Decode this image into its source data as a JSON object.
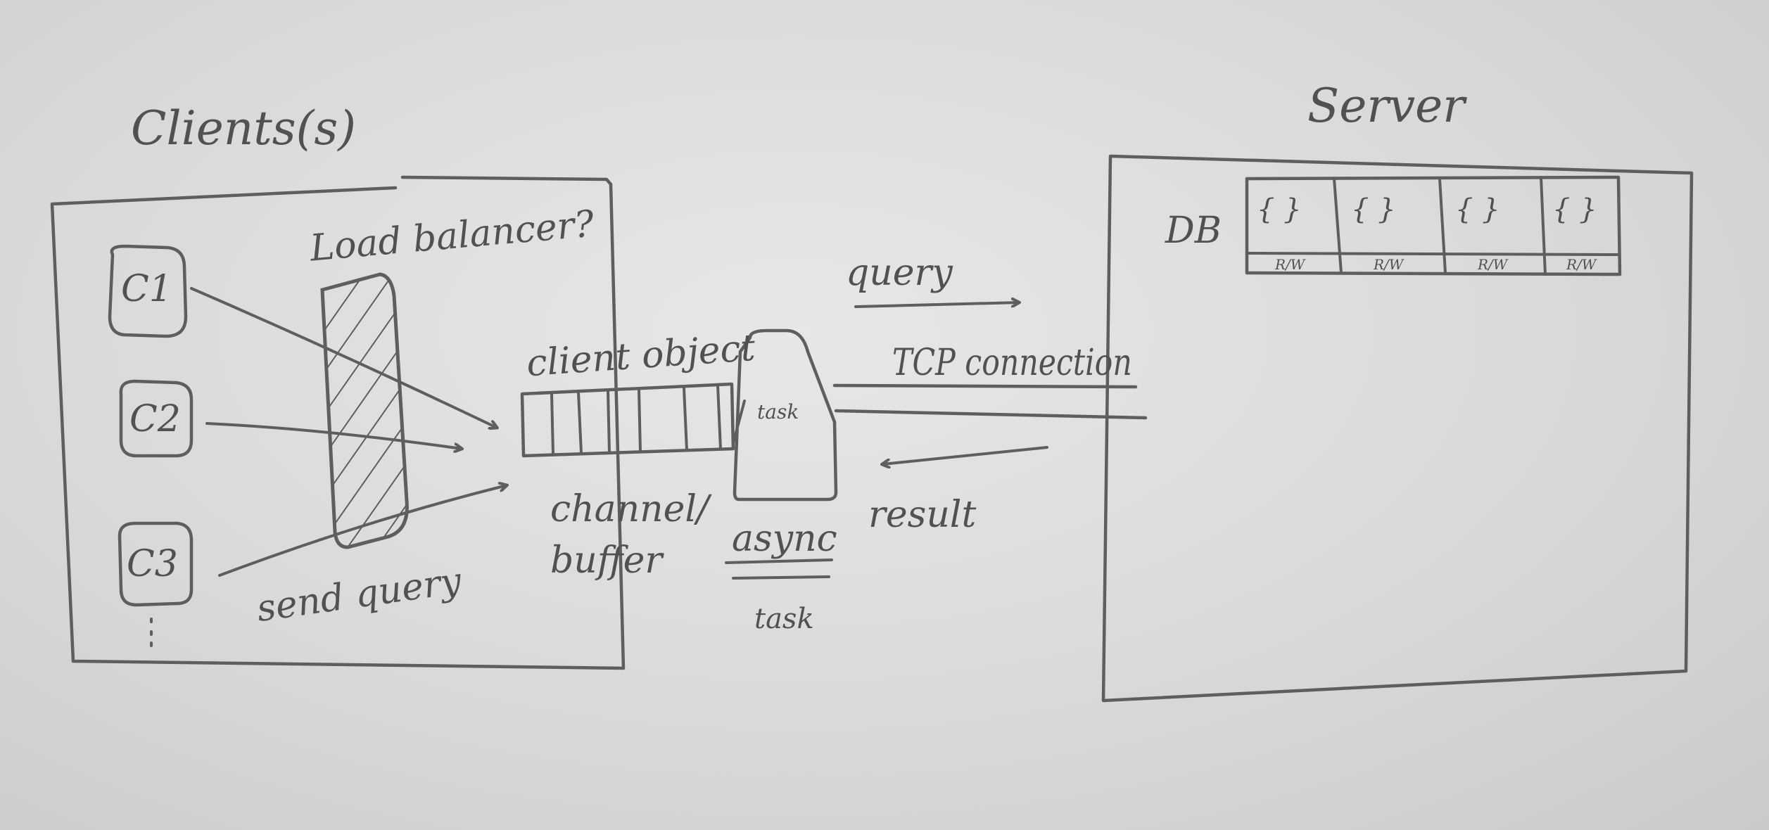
{
  "client_area": {
    "title": "Clients(s)",
    "load_balancer": "Load balancer?",
    "send_query": "send query"
  },
  "clients": [
    {
      "label": "C1"
    },
    {
      "label": "C2"
    },
    {
      "label": "C3"
    }
  ],
  "client_object": {
    "label": "client object",
    "buffer_label": "channel/ buffer",
    "box_label": "task"
  },
  "async_task": {
    "label": "async",
    "sub": "task"
  },
  "connection": {
    "query": "query",
    "tcp": "TCP connection",
    "result": "result"
  },
  "server": {
    "title": "Server",
    "db_label": "DB",
    "cells": [
      {
        "content": "{ }",
        "mode": "R/W"
      },
      {
        "content": "{ }",
        "mode": "R/W"
      },
      {
        "content": "{ }",
        "mode": "R/W"
      },
      {
        "content": "{ }",
        "mode": "R/W"
      }
    ]
  }
}
